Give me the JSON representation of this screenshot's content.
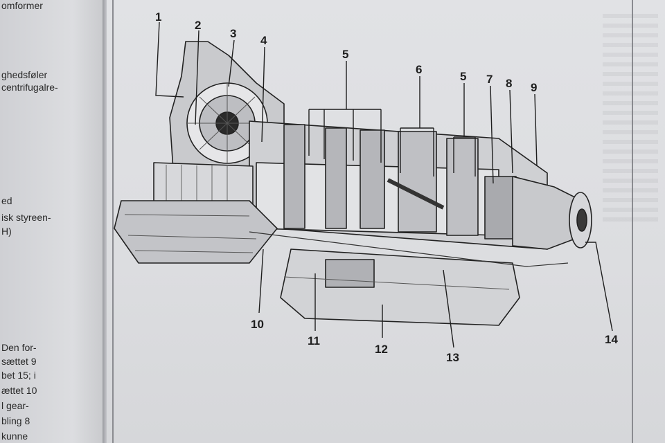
{
  "left_page": {
    "lines": [
      "omformer",
      "ghedsføler",
      "centrifugalre-",
      "ed",
      "isk styreen-",
      "H)",
      "Den for-",
      "sættet 9",
      "bet 15; i",
      "ættet 10",
      "l gear-",
      "bling 8",
      "kunne"
    ]
  },
  "diagram": {
    "callouts": [
      "1",
      "2",
      "3",
      "4",
      "5",
      "6",
      "5",
      "7",
      "8",
      "9",
      "10",
      "11",
      "12",
      "13",
      "14"
    ]
  },
  "colors": {
    "ink": "#1e1e1e",
    "paper": "#dcdde0"
  }
}
